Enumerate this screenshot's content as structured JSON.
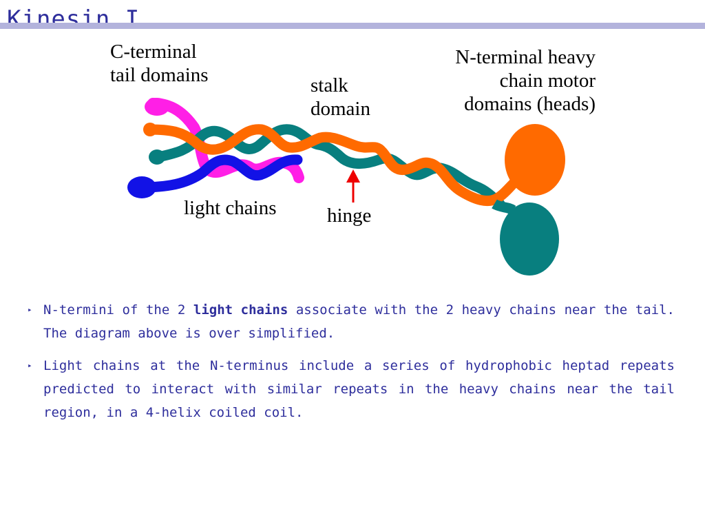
{
  "title": "Kinesin I",
  "labels": {
    "c_terminal": "C-terminal\ntail domains",
    "stalk": "stalk\ndomain",
    "n_terminal": "N-terminal heavy\nchain motor\ndomains (heads)",
    "light_chains": "light chains",
    "hinge": "hinge"
  },
  "bullets": [
    {
      "pre": "N-termini of the 2 ",
      "bold": "light chains",
      "post": " associate with the 2 heavy chains near the tail. The diagram above is over simplified."
    },
    {
      "pre": "Light chains at the N-terminus include a series of hydrophobic heptad repeats predicted to interact with similar repeats in the heavy chains near the tail region, in  a 4-helix coiled coil.",
      "bold": "",
      "post": ""
    }
  ],
  "colors": {
    "orange": "#ff6a00",
    "teal": "#087f7f",
    "magenta": "#ff1fe6",
    "blue": "#1212e6",
    "arrow": "#ee0000",
    "text_blue": "#2e2e9c"
  }
}
